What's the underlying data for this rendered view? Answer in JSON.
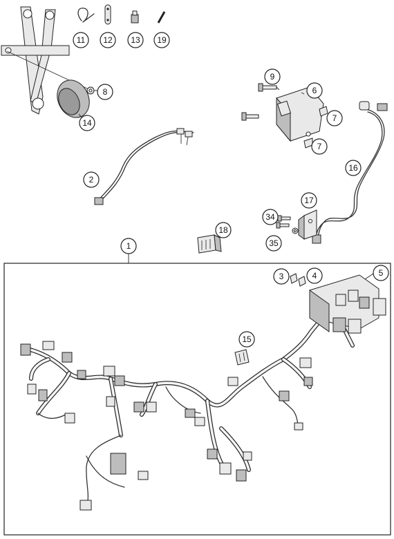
{
  "callouts": [
    {
      "id": "c11",
      "label": "11"
    },
    {
      "id": "c12",
      "label": "12"
    },
    {
      "id": "c13",
      "label": "13"
    },
    {
      "id": "c19",
      "label": "19"
    },
    {
      "id": "c8",
      "label": "8"
    },
    {
      "id": "c14",
      "label": "14"
    },
    {
      "id": "c9",
      "label": "9"
    },
    {
      "id": "c6",
      "label": "6"
    },
    {
      "id": "c7a",
      "label": "7"
    },
    {
      "id": "c7b",
      "label": "7"
    },
    {
      "id": "c2",
      "label": "2"
    },
    {
      "id": "c16",
      "label": "16"
    },
    {
      "id": "c17",
      "label": "17"
    },
    {
      "id": "c34",
      "label": "34"
    },
    {
      "id": "c35",
      "label": "35"
    },
    {
      "id": "c18",
      "label": "18"
    },
    {
      "id": "c1",
      "label": "1"
    },
    {
      "id": "c3",
      "label": "3"
    },
    {
      "id": "c4",
      "label": "4"
    },
    {
      "id": "c5",
      "label": "5"
    },
    {
      "id": "c15",
      "label": "15"
    }
  ]
}
